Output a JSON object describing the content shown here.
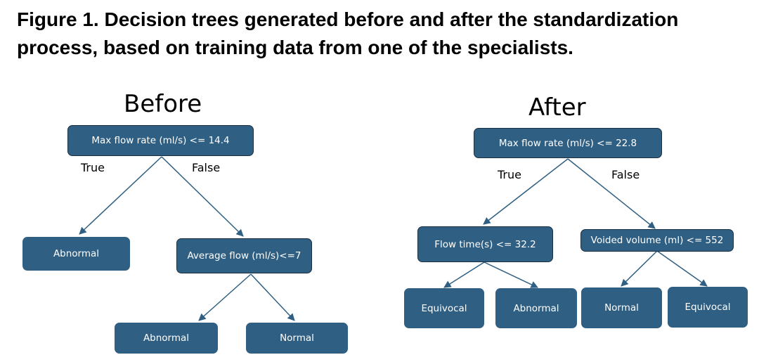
{
  "figure": {
    "title": "Figure 1. Decision trees generated before and after the standardization process, based on training data from one of the specialists."
  },
  "colors": {
    "node_fill": "#2f5f82",
    "node_border": "#1b2f40",
    "edge": "#2f5f82",
    "node_text": "#ffffff"
  },
  "before": {
    "heading": "Before",
    "root": "Max flow rate (ml/s) <= 14.4",
    "true_label": "True",
    "false_label": "False",
    "true_leaf": "Abnormal",
    "false_split": "Average flow (ml/s)<=7",
    "false_split_true_leaf": "Abnormal",
    "false_split_false_leaf": "Normal"
  },
  "after": {
    "heading": "After",
    "root": "Max flow rate (ml/s) <= 22.8",
    "true_label": "True",
    "false_label": "False",
    "true_split": "Flow time(s) <= 32.2",
    "true_split_true_leaf": "Equivocal",
    "true_split_false_leaf": "Abnormal",
    "false_split": "Voided volume (ml) <= 552",
    "false_split_true_leaf": "Normal",
    "false_split_false_leaf": "Equivocal"
  }
}
